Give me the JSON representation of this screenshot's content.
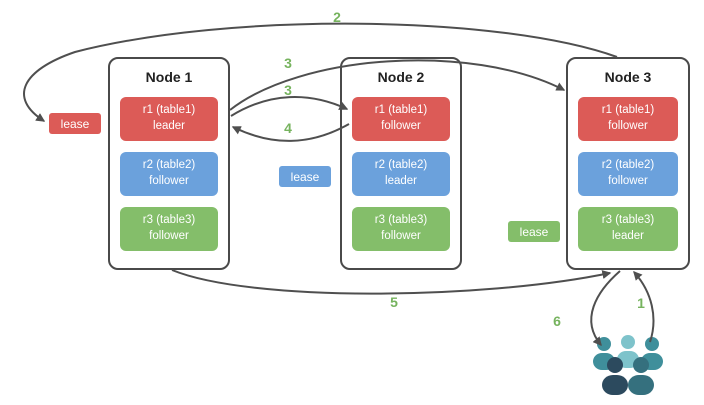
{
  "diagram": {
    "nodes": [
      {
        "title": "Node 1",
        "replicas": [
          {
            "name": "r1 (table1)",
            "role": "leader"
          },
          {
            "name": "r2 (table2)",
            "role": "follower"
          },
          {
            "name": "r3 (table3)",
            "role": "follower"
          }
        ]
      },
      {
        "title": "Node 2",
        "replicas": [
          {
            "name": "r1 (table1)",
            "role": "follower"
          },
          {
            "name": "r2 (table2)",
            "role": "leader"
          },
          {
            "name": "r3 (table3)",
            "role": "follower"
          }
        ]
      },
      {
        "title": "Node 3",
        "replicas": [
          {
            "name": "r1 (table1)",
            "role": "follower"
          },
          {
            "name": "r2 (table2)",
            "role": "follower"
          },
          {
            "name": "r3 (table3)",
            "role": "leader"
          }
        ]
      }
    ],
    "leases": [
      {
        "label": "lease",
        "color": "#DC5B57"
      },
      {
        "label": "lease",
        "color": "#6BA1DC"
      },
      {
        "label": "lease",
        "color": "#84BE6A"
      }
    ],
    "steps": [
      {
        "label": "2"
      },
      {
        "label": "3"
      },
      {
        "label": "3"
      },
      {
        "label": "4"
      },
      {
        "label": "5"
      },
      {
        "label": "1"
      },
      {
        "label": "6"
      }
    ],
    "colors": {
      "replica_red": "#DC5B57",
      "replica_blue": "#6BA1DC",
      "replica_green": "#84BE6A",
      "step_label_green": "#76B35E",
      "arrow_gray": "#4F4F4F",
      "node_border": "#4A4A4A",
      "users_teal": "#3F8F9B",
      "users_teal_light": "#7EC3CB",
      "users_navy": "#2C4A5E"
    }
  }
}
